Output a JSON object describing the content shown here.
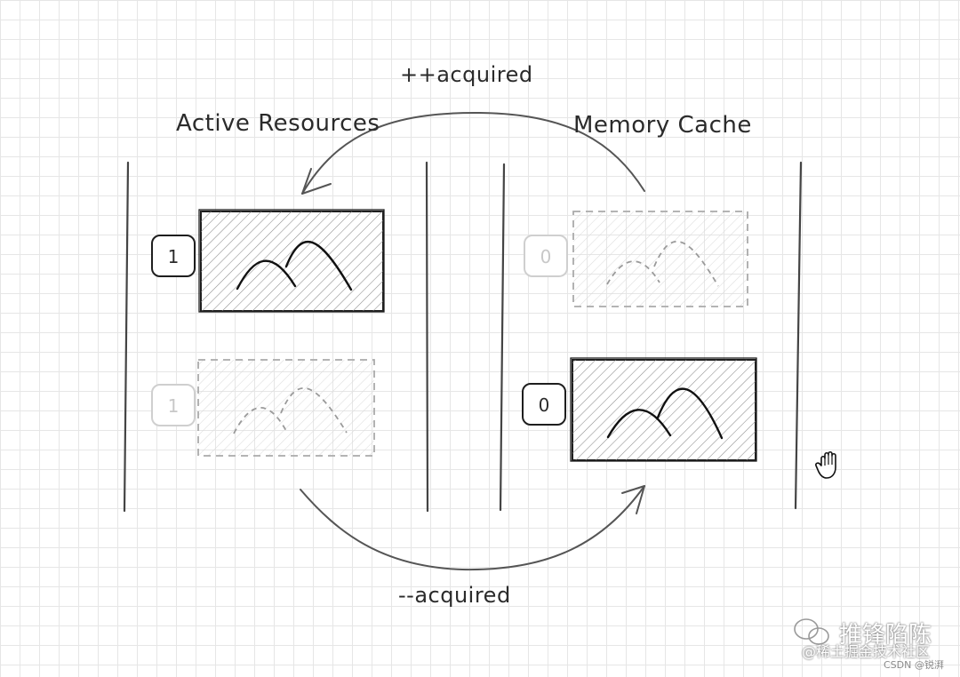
{
  "diagram": {
    "labels": {
      "active_resources": "Active Resources",
      "memory_cache": "Memory Cache",
      "increment": "++acquired",
      "decrement": "--acquired"
    },
    "active_resources": {
      "current": {
        "count": "1"
      },
      "previous": {
        "count": "1"
      }
    },
    "memory_cache": {
      "previous": {
        "count": "0"
      },
      "current": {
        "count": "0"
      }
    }
  },
  "watermark": {
    "name": "推锋陷陈",
    "site": "@稀土掘金技术社区",
    "csdn": "CSDN @锐湃"
  },
  "icons": {
    "cursor": "grab-hand-icon",
    "wechat": "wechat-icon"
  }
}
